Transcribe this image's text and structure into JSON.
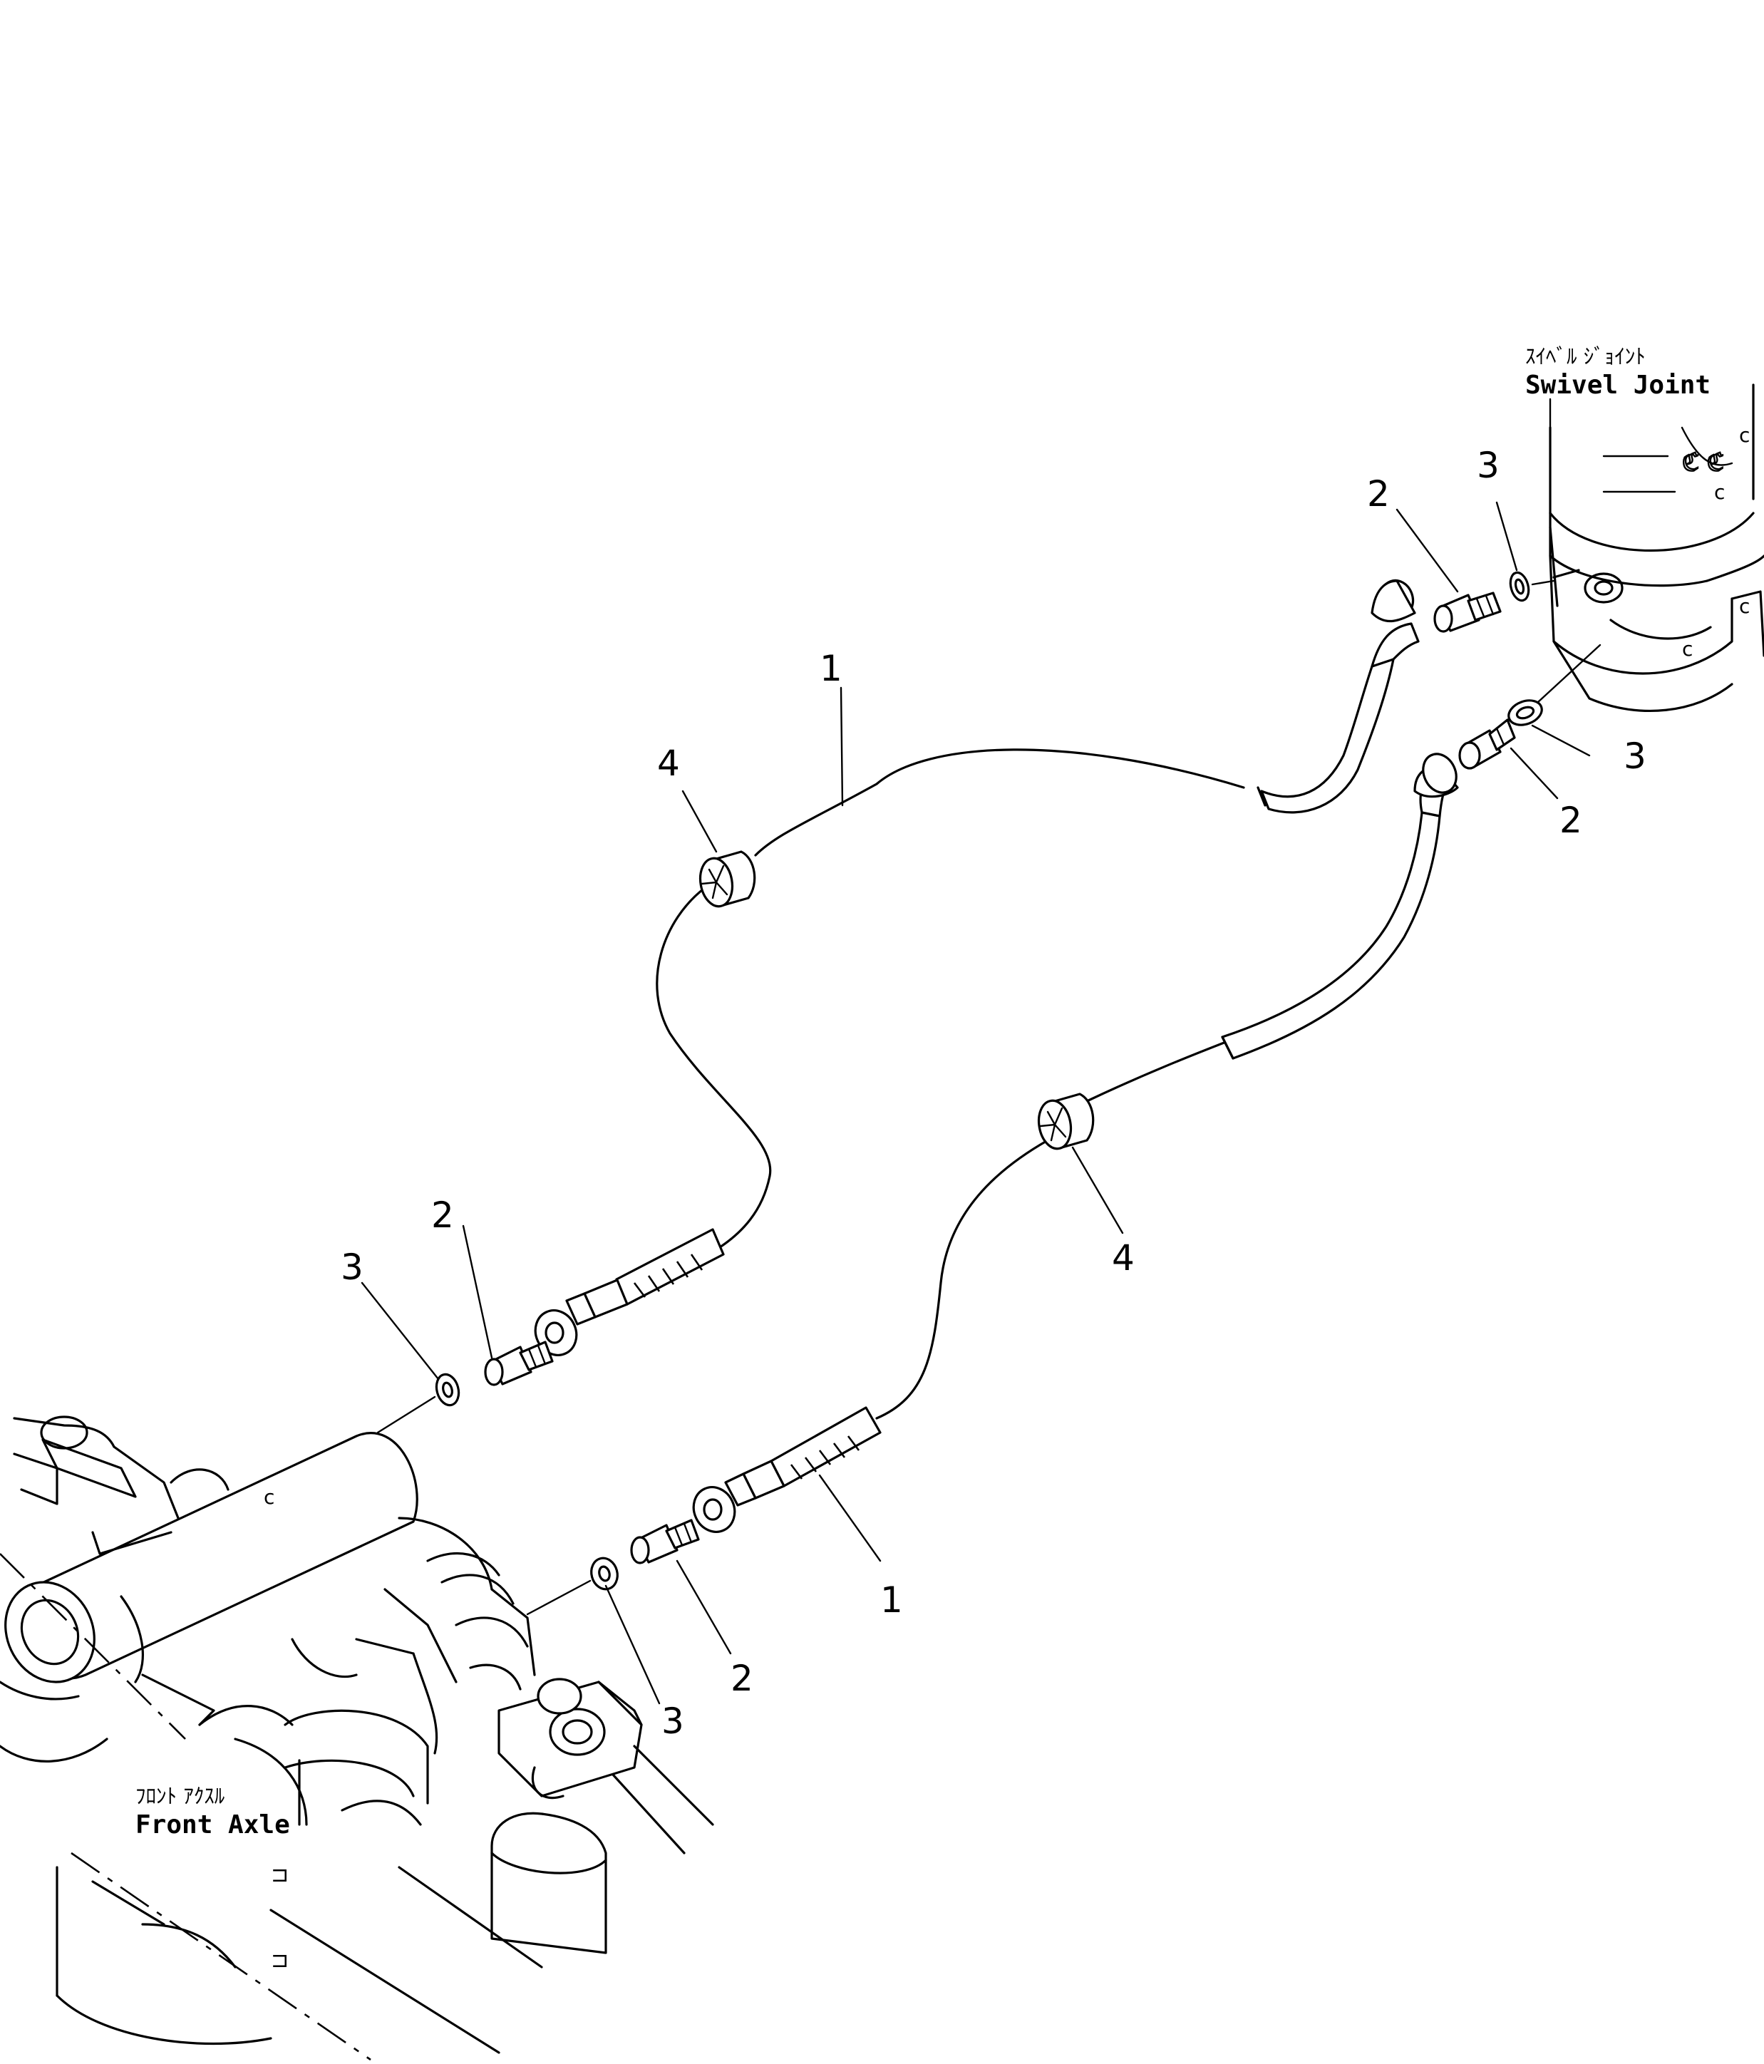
{
  "labels": {
    "swivel_joint_jp": "ｽｲﾍﾞﾙ ｼﾞｮｲﾝﾄ",
    "swivel_joint_en": "Swivel Joint",
    "front_axle_jp": "ﾌﾛﾝﾄ ｱｸｽﾙ",
    "front_axle_en": "Front Axle"
  },
  "callouts": {
    "hose_upper": "1",
    "hose_lower": "1",
    "elbow_swivel_upper": "2",
    "elbow_swivel_lower": "2",
    "elbow_axle_upper": "2",
    "elbow_axle_lower": "2",
    "oring_swivel_upper": "3",
    "oring_swivel_lower": "3",
    "oring_axle_upper": "3",
    "oring_axle_lower": "3",
    "clamp_upper": "4",
    "clamp_lower": "4"
  }
}
